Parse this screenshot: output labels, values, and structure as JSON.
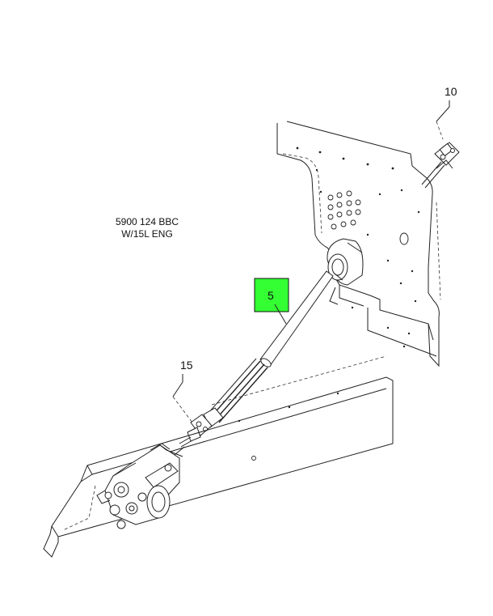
{
  "note": {
    "line1": "5900 124 BBC",
    "line2": "W/15L ENG"
  },
  "callouts": [
    {
      "id": "10",
      "label": "10"
    },
    {
      "id": "5",
      "label": "5",
      "highlight": "#33ff33"
    },
    {
      "id": "15",
      "label": "15"
    }
  ],
  "colors": {
    "highlight": "#33ff33",
    "line": "#222222",
    "background": "#ffffff"
  }
}
